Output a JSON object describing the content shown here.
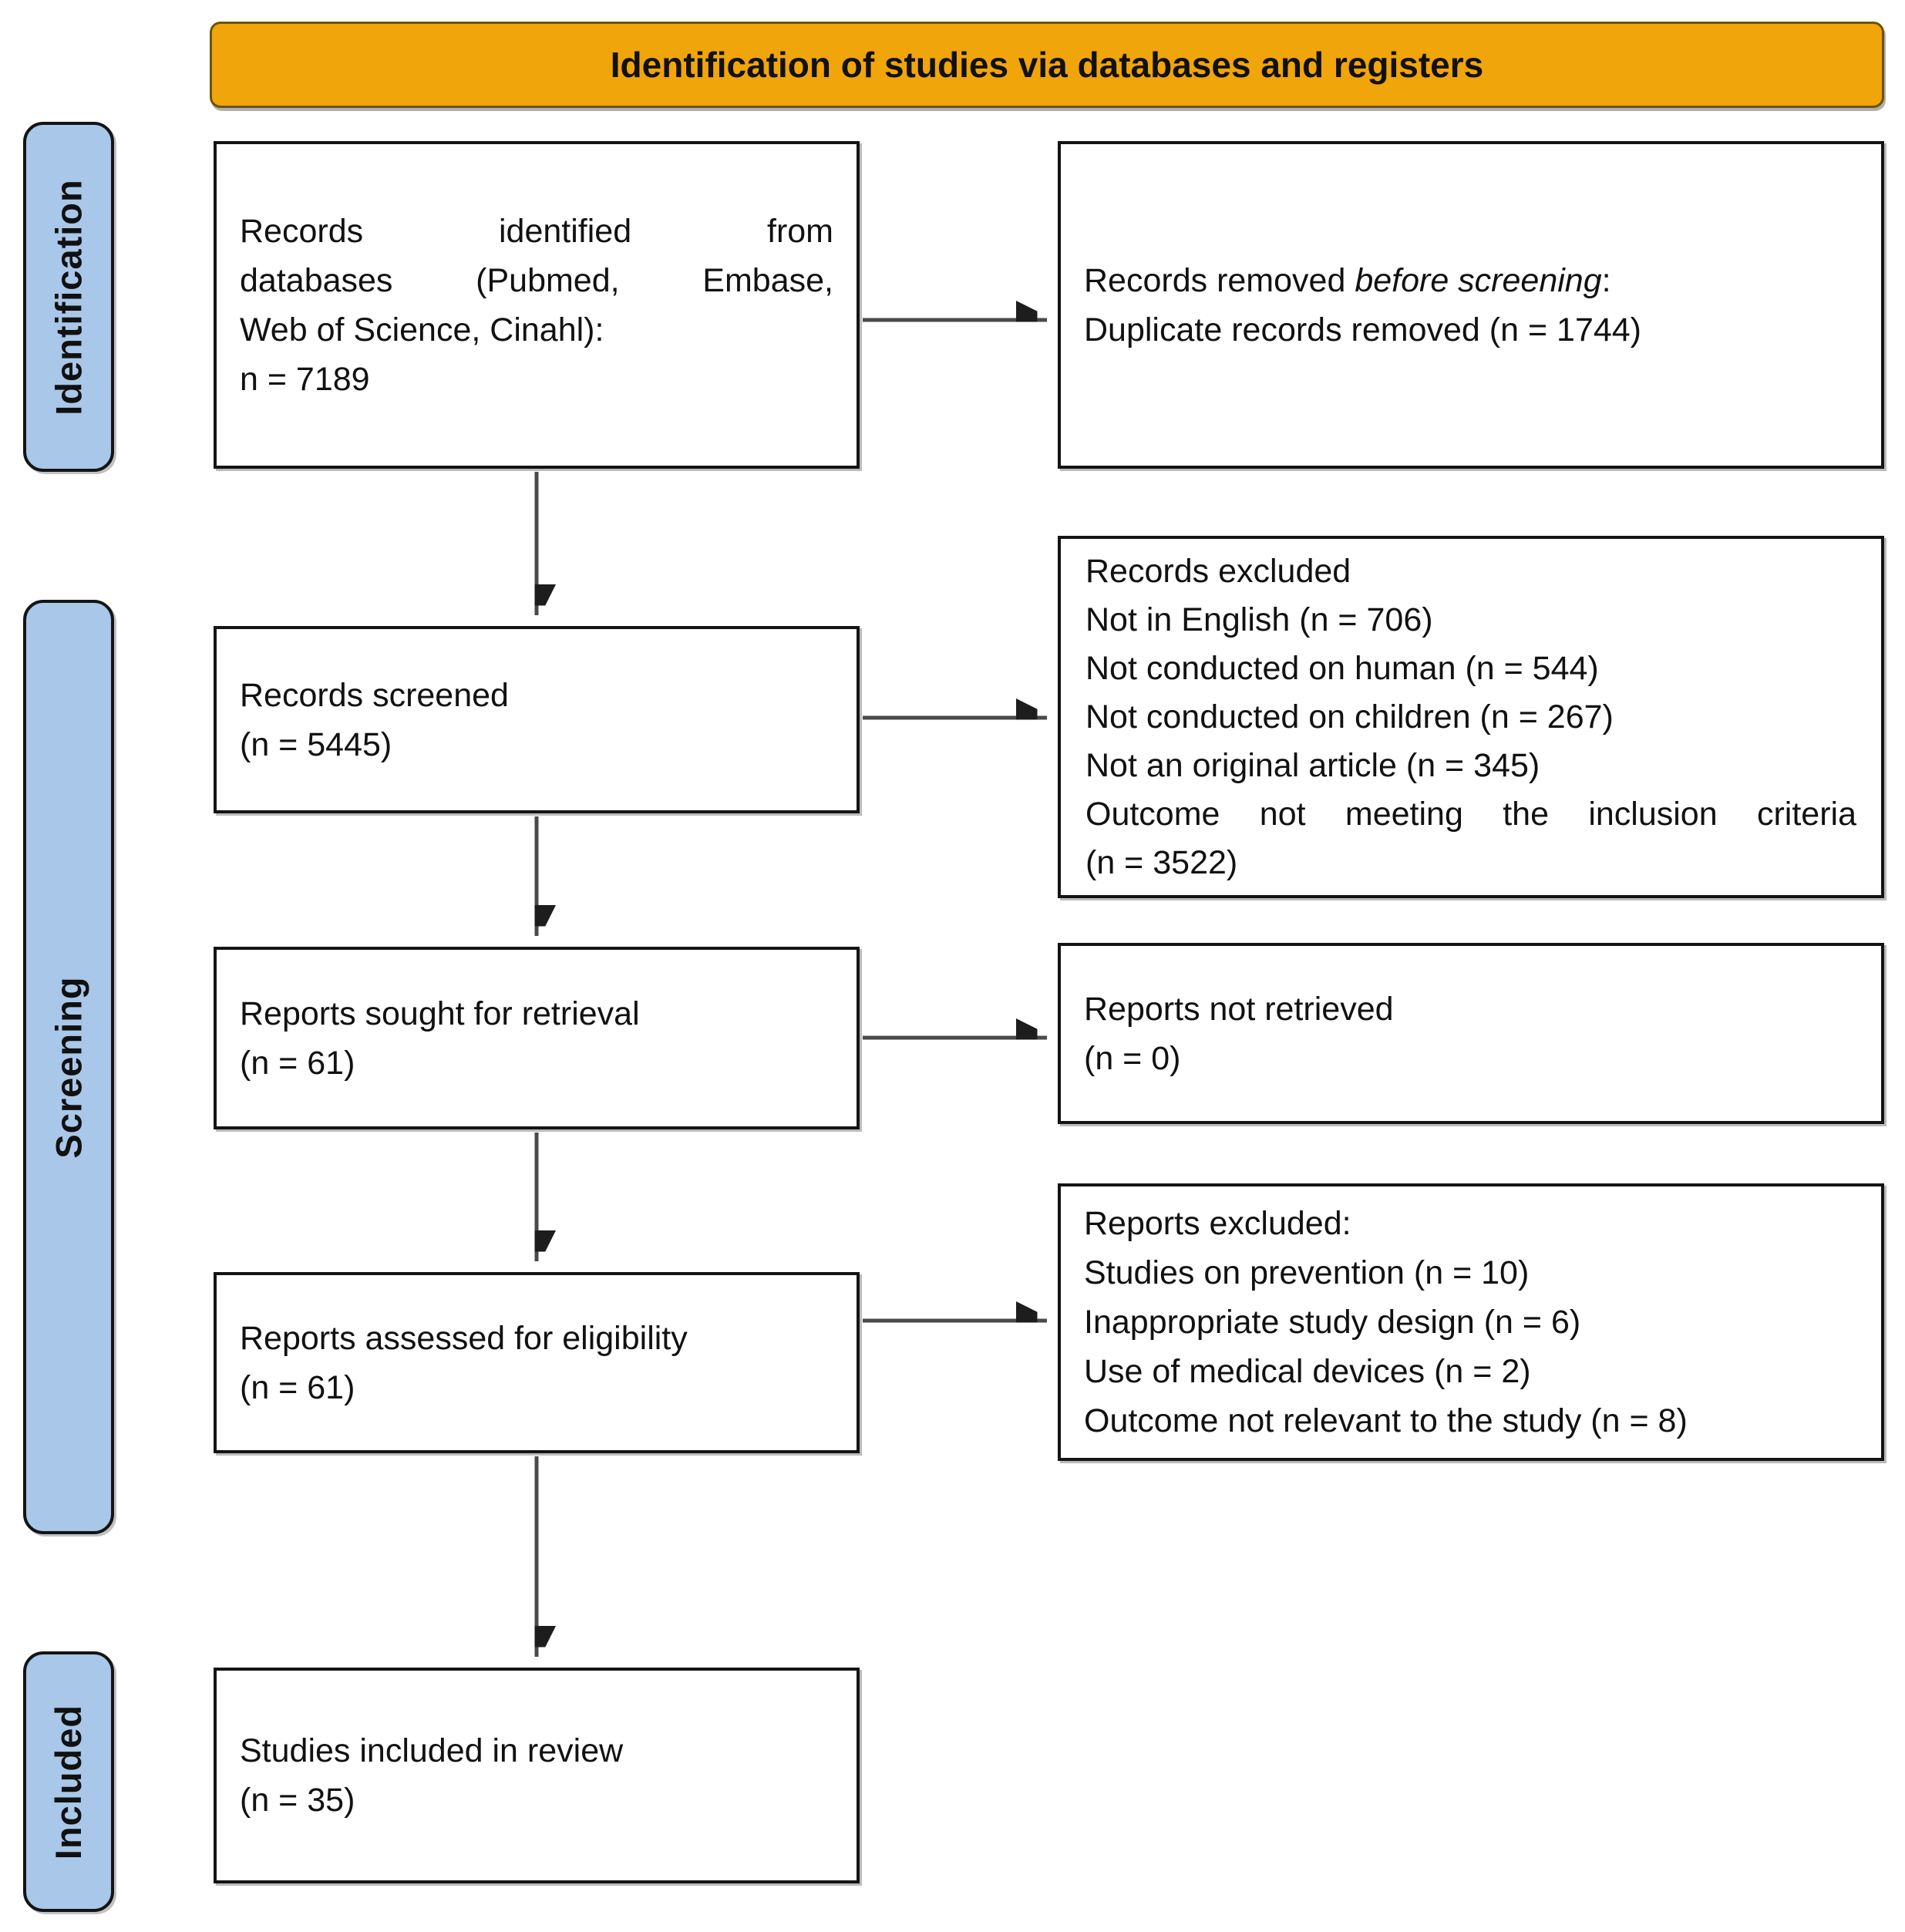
{
  "banner": {
    "title": "Identification of studies via databases and registers"
  },
  "sidebar": [
    {
      "label": "Identification"
    },
    {
      "label": "Screening"
    },
    {
      "label": "Included"
    }
  ],
  "boxes": {
    "records_identified": {
      "lines": [
        "Records identified from",
        "databases (Pubmed, Embase,",
        "Web of Science, Cinahl):",
        "n = 7189"
      ]
    },
    "records_removed": {
      "prefix": "Records removed ",
      "italic": "before screening",
      "suffix": ":",
      "line2": "Duplicate records removed (n = 1744)"
    },
    "records_screened": {
      "lines": [
        "Records screened",
        "(n = 5445)"
      ]
    },
    "records_excluded": {
      "lines": [
        "Records excluded",
        "Not in English (n = 706)",
        "Not conducted on human (n = 544)",
        "Not conducted on children (n = 267)",
        "Not an original article (n = 345)",
        "Outcome not meeting the inclusion criteria",
        "(n = 3522)"
      ]
    },
    "reports_sought": {
      "lines": [
        "Reports sought for retrieval",
        "(n = 61)"
      ]
    },
    "reports_not_retrieved": {
      "lines": [
        "Reports not retrieved",
        "(n = 0)"
      ]
    },
    "reports_assessed": {
      "lines": [
        "Reports assessed for eligibility",
        "(n = 61)"
      ]
    },
    "reports_excluded": {
      "lines": [
        "Reports excluded:",
        "Studies on prevention (n = 10)",
        "Inappropriate study design (n = 6)",
        "Use of medical devices (n = 2)",
        "Outcome not relevant to the study (n = 8)"
      ]
    },
    "studies_included": {
      "lines": [
        "Studies included in review",
        "(n = 35)"
      ]
    }
  },
  "colors": {
    "banner_bg": "#F0A50A",
    "pill_bg": "#A9C7E8",
    "box_border": "#141414",
    "arrow": "#4a4a4a",
    "text": "#111111"
  }
}
